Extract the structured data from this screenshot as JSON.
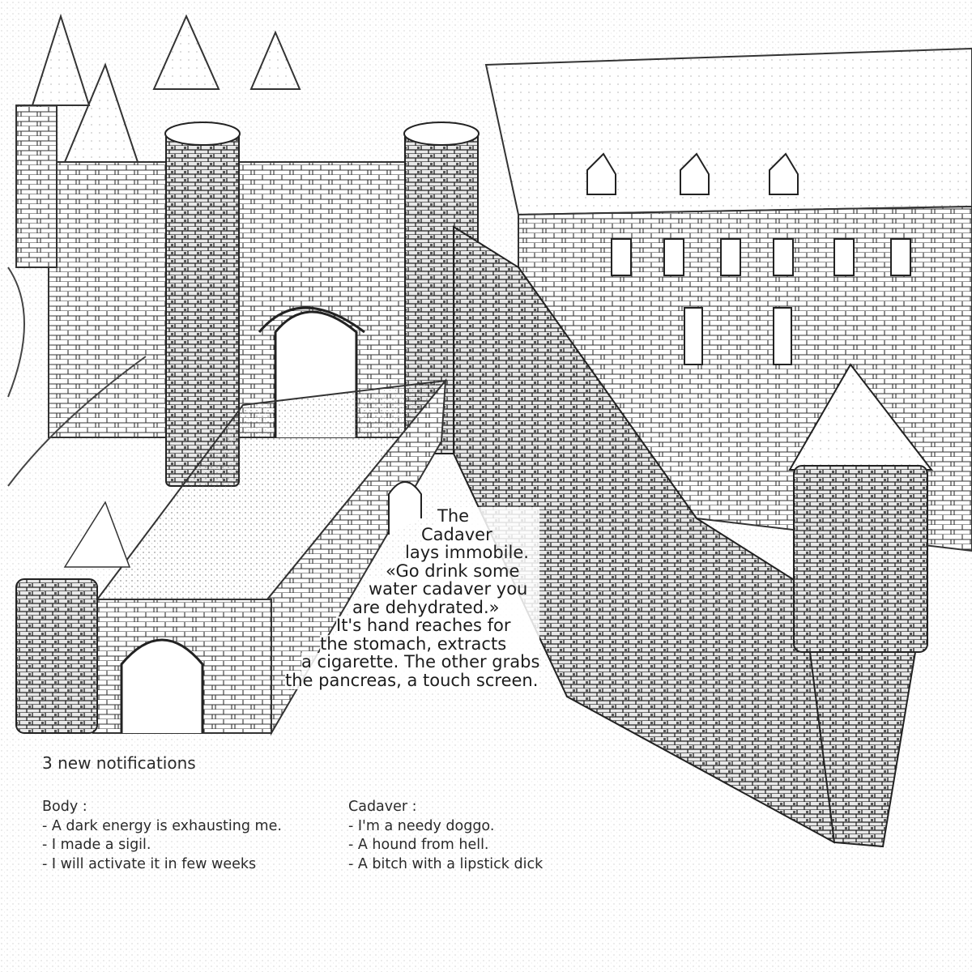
{
  "poem": [
    "The",
    "Cadaver",
    "lays immobile.",
    "«Go drink some",
    "water cadaver you",
    "are dehydrated.»",
    "It's hand reaches for",
    "the stomach, extracts",
    "a cigarette. The other grabs",
    "the pancreas, a touch screen."
  ],
  "notifications": {
    "title": "3 new notifications",
    "body": {
      "heading": "Body :",
      "items": [
        "- A dark energy is exhausting me.",
        "- I made a sigil.",
        "- I will activate it in few weeks"
      ]
    },
    "cadaver": {
      "heading": "Cadaver :",
      "items": [
        "- I'm a needy doggo.",
        "- A hound from hell.",
        "- A bitch with a lipstick dick"
      ]
    }
  }
}
